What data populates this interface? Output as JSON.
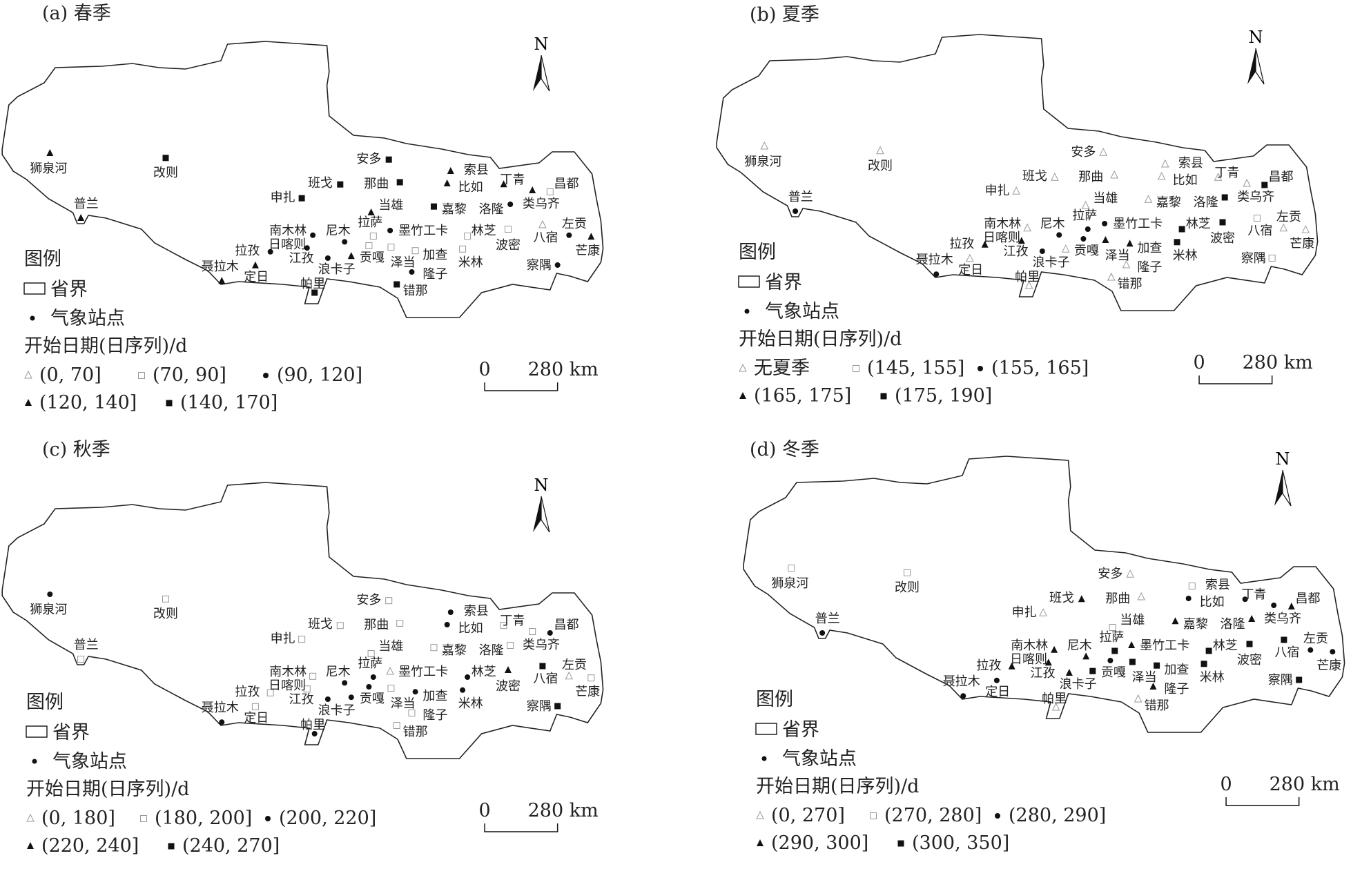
{
  "stations": [
    "狮泉河",
    "改则",
    "普兰",
    "安多",
    "索县",
    "丁青",
    "昌都",
    "班戈",
    "那曲",
    "比如",
    "申扎",
    "当雄",
    "嘉黎",
    "洛隆",
    "类乌齐",
    "南木林",
    "尼木",
    "拉萨",
    "墨竹工卡",
    "林芝",
    "波密",
    "八宿",
    "左贡",
    "芒康",
    "日喀则",
    "拉孜",
    "江孜",
    "贡嘎",
    "泽当",
    "加查",
    "米林",
    "聂拉木",
    "定日",
    "浪卡子",
    "隆子",
    "察隅",
    "帕里",
    "错那"
  ],
  "legend_common": {
    "title": "图例",
    "boundary": "省界",
    "station": "气象站点",
    "date_title": "开始日期(日序列)/d"
  },
  "scale_bar": {
    "zero": "0",
    "distance": "280 km"
  },
  "north_label": "N",
  "panels": [
    {
      "title": "(a) 春季",
      "classes": [
        "(0, 70]",
        "(70, 90]",
        "(90, 120]",
        "(120, 140]",
        "(140, 170]"
      ],
      "symbols": [
        "t",
        "s",
        "t",
        "s",
        "t",
        "t",
        "os",
        "s",
        "s",
        "t",
        "s",
        "t",
        "s",
        "c",
        "t",
        "c",
        "c",
        "os",
        "c",
        "os",
        "os",
        "ot",
        "c",
        "t",
        "c",
        "c",
        "c",
        "os",
        "os",
        "os",
        "os",
        "t",
        "t",
        "t",
        "c",
        "c",
        "s",
        "s"
      ]
    },
    {
      "title": "(b) 夏季",
      "classes": [
        "无夏季",
        "(145, 155]",
        "(155, 165]",
        "(165, 175]",
        "(175, 190]"
      ],
      "symbols": [
        "ot",
        "ot",
        "c",
        "ot",
        "ot",
        "ot",
        "s",
        "ot",
        "ot",
        "ot",
        "ot",
        "ot",
        "ot",
        "s",
        "ot",
        "ot",
        "c",
        "c",
        "c",
        "s",
        "s",
        "os",
        "ot",
        "ot",
        "t",
        "t",
        "c",
        "c",
        "t",
        "t",
        "s",
        "c",
        "ot",
        "ot",
        "ot",
        "os",
        "ot",
        "ot"
      ]
    },
    {
      "title": "(c) 秋季",
      "classes": [
        "(0, 180]",
        "(180, 200]",
        "(200, 220]",
        "(220, 240]",
        "(240, 270]"
      ],
      "symbols": [
        "c",
        "os",
        "os",
        "os",
        "c",
        "os",
        "c",
        "os",
        "os",
        "c",
        "os",
        "os",
        "os",
        "os",
        "os",
        "os",
        "c",
        "c",
        "ot",
        "c",
        "t",
        "s",
        "ot",
        "os",
        "os",
        "os",
        "c",
        "c",
        "os",
        "c",
        "c",
        "c",
        "os",
        "c",
        "os",
        "s",
        "c",
        "os"
      ]
    },
    {
      "title": "(d) 冬季",
      "classes": [
        "(0, 270]",
        "(270, 280]",
        "(280, 290]",
        "(290, 300]",
        "(300, 350]"
      ],
      "symbols": [
        "os",
        "os",
        "c",
        "ot",
        "os",
        "c",
        "t",
        "t",
        "ot",
        "c",
        "ot",
        "os",
        "t",
        "t",
        "c",
        "t",
        "t",
        "s",
        "t",
        "s",
        "s",
        "s",
        "c",
        "c",
        "t",
        "t",
        "t",
        "c",
        "s",
        "s",
        "s",
        "c",
        "c",
        "s",
        "t",
        "s",
        "ot",
        "ot"
      ]
    }
  ]
}
